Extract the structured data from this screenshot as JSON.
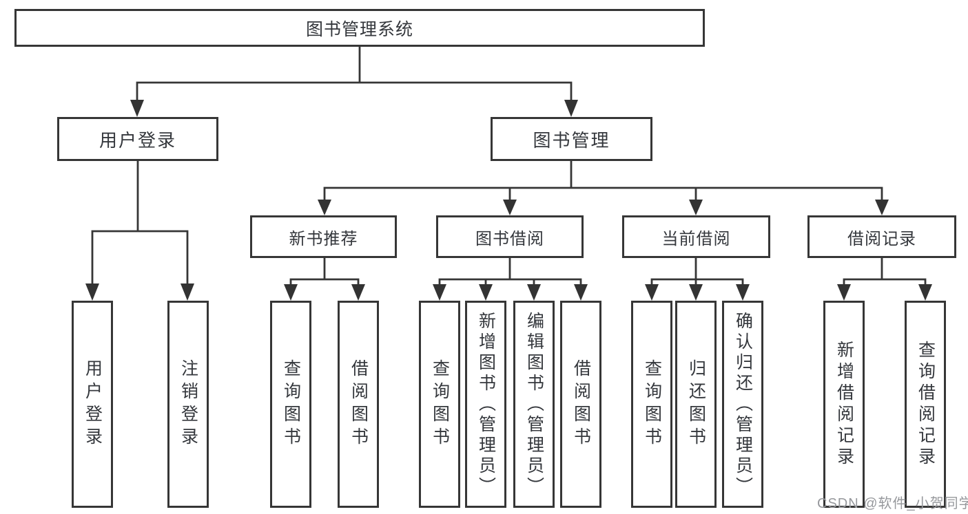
{
  "diagram": {
    "title": "图书管理系统",
    "root": {
      "label": "图书管理系统"
    },
    "level2": [
      {
        "label": "用户登录"
      },
      {
        "label": "图书管理"
      }
    ],
    "level3": [
      {
        "label": "新书推荐"
      },
      {
        "label": "图书借阅"
      },
      {
        "label": "当前借阅"
      },
      {
        "label": "借阅记录"
      }
    ],
    "leaves": [
      {
        "label": "用户登录"
      },
      {
        "label": "注销登录"
      },
      {
        "label": "查询图书"
      },
      {
        "label": "借阅图书"
      },
      {
        "label": "查询图书"
      },
      {
        "label": "新增图书（管理员）"
      },
      {
        "label": "编辑图书（管理员）"
      },
      {
        "label": "借阅图书"
      },
      {
        "label": "查询图书"
      },
      {
        "label": "归还图书"
      },
      {
        "label": "确认归还（管理员）"
      },
      {
        "label": "新增借阅记录"
      },
      {
        "label": "查询借阅记录"
      }
    ],
    "watermark": {
      "text": "CSDN @软件_小贺同学"
    },
    "colors": {
      "line": "#363636",
      "box_border": "#363636",
      "text": "#34373c",
      "watermark": "#96989c",
      "background": "#ffffff"
    }
  }
}
